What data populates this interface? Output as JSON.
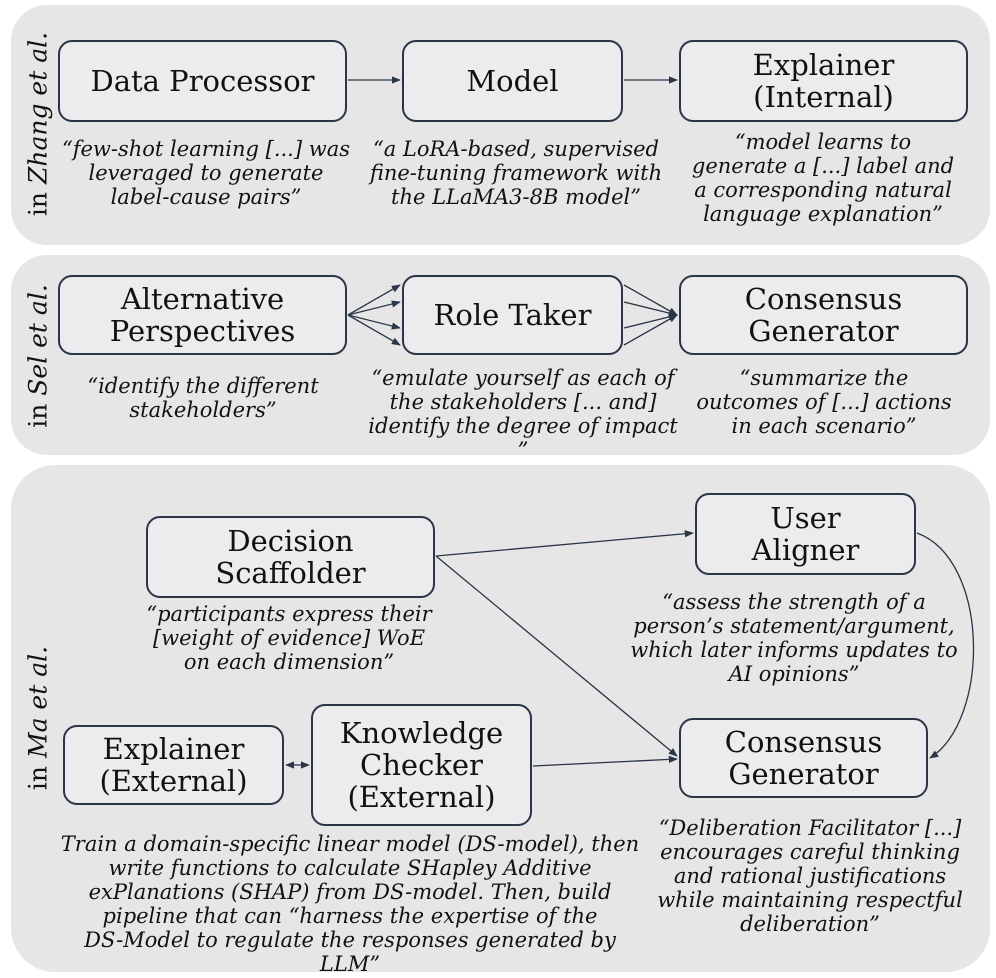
{
  "panels": [
    {
      "label_prefix": "in ",
      "label_author": "Zhang et al.",
      "boxes": [
        "Data Processor",
        "Model",
        "Explainer\n(Internal)"
      ],
      "quotes": [
        "“few-shot learning [...] was\nleveraged to generate\nlabel-cause pairs”",
        "“a LoRA-based, supervised\nfine-tuning framework with\nthe LLaMA3-8B model”",
        "“model learns to\ngenerate a [...] label and\na corresponding natural\nlanguage explanation”"
      ]
    },
    {
      "label_prefix": "in ",
      "label_author": "Sel et al.",
      "boxes": [
        "Alternative\nPerspectives",
        "Role Taker",
        "Consensus\nGenerator"
      ],
      "quotes": [
        "“identify the different\nstakeholders”",
        "“emulate yourself as each of\nthe stakeholders [... and]\nidentify the degree of impact\n”",
        "“summarize the\noutcomes of [...] actions\nin each scenario”"
      ]
    },
    {
      "label_prefix": "in ",
      "label_author": "Ma et al.",
      "boxes": {
        "decision_scaffolder": "Decision\nScaffolder",
        "user_aligner": "User\nAligner",
        "explainer_external": "Explainer\n(External)",
        "knowledge_checker": "Knowledge\nChecker\n(External)",
        "consensus_generator": "Consensus\nGenerator"
      },
      "quotes": {
        "decision_scaffolder": "“participants express their\n[weight of evidence] WoE\non each dimension”",
        "user_aligner": "“assess the strength of a\nperson’s statement/argument,\nwhich later informs updates to\nAI opinions”",
        "knowledge_checker": "Train a domain-specific linear model (DS-model), then\nwrite functions to calculate SHapley Additive\nexPlanations (SHAP) from DS-model. Then, build\npipeline that can “harness the expertise of the\nDS-Model to regulate the responses generated by LLM”",
        "consensus_generator": "“Deliberation Facilitator [...]\nencourages careful thinking\nand rational justifications\nwhile maintaining respectful\ndeliberation”"
      }
    }
  ],
  "colors": {
    "panel_bg": "#e6e6e6",
    "box_border": "#2a3547",
    "arrow": "#2a3547"
  }
}
